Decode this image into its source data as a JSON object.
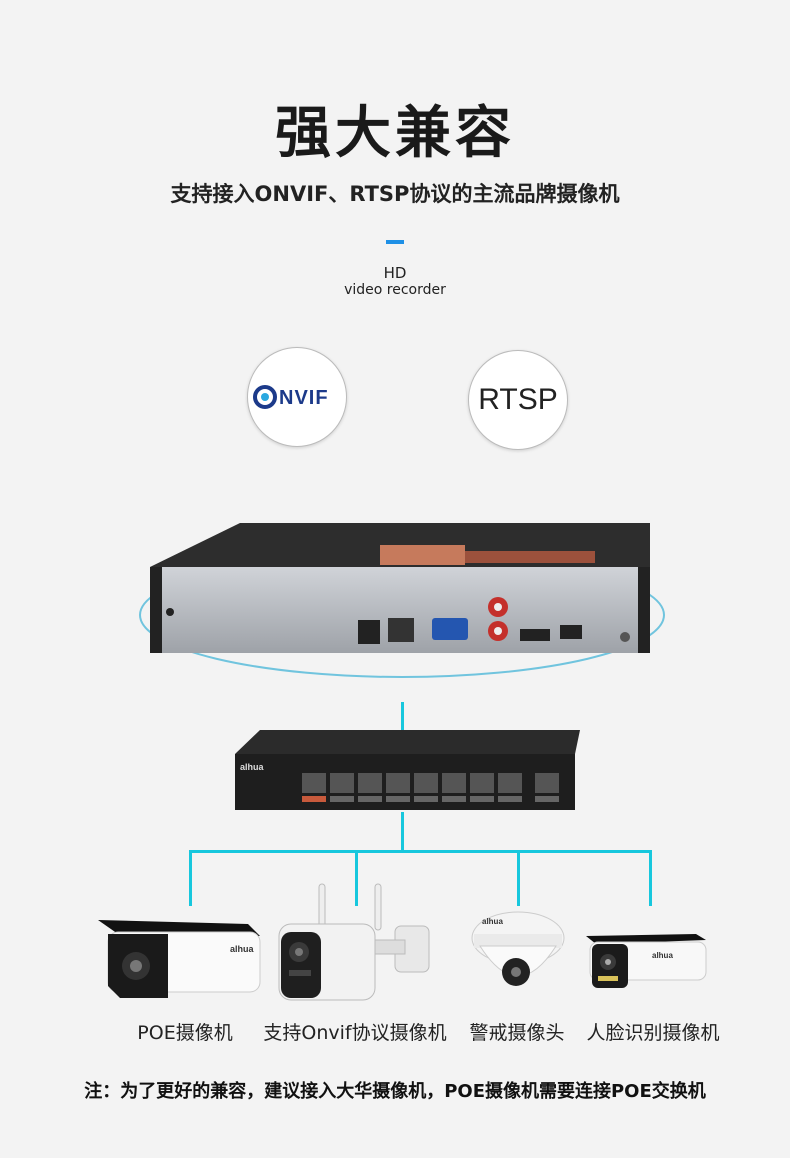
{
  "title": "强大兼容",
  "subtitle": "支持接入ONVIF、RTSP协议的主流品牌摄像机",
  "hd": {
    "line1": "HD",
    "line2": "video recorder"
  },
  "badges": {
    "onvif": "Onvif",
    "rtsp": "RTSP"
  },
  "switch": {
    "brand": "alhua"
  },
  "cameras": [
    {
      "label": "POE摄像机",
      "brand": "alhua"
    },
    {
      "label": "支持Onvif协议摄像机"
    },
    {
      "label": "警戒摄像头",
      "brand": "alhua"
    },
    {
      "label": "人脸识别摄像机",
      "brand": "alhua"
    }
  ],
  "note": "注：为了更好的兼容，建议接入大华摄像机，POE摄像机需要连接POE交换机",
  "colors": {
    "accent": "#1e90e6",
    "wire": "#17c7dd",
    "onvif_blue": "#1c3a8a"
  }
}
